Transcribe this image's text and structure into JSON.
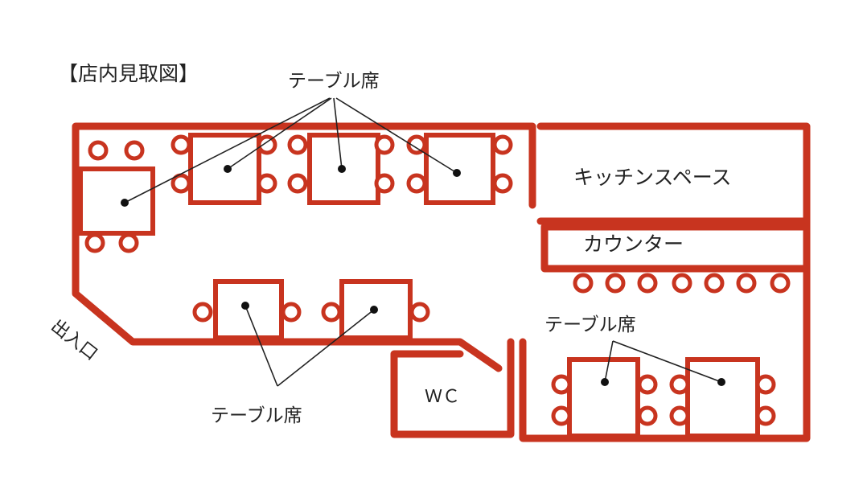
{
  "title": "【店内見取図】",
  "labels": {
    "table_top": "テーブル席",
    "table_bottom": "テーブル席",
    "table_right": "テーブル席",
    "kitchen": "キッチンスペース",
    "counter": "カウンター",
    "wc": "ＷＣ",
    "entrance": "出入口"
  },
  "colors": {
    "wall": "#c8341f",
    "text": "#222222"
  }
}
